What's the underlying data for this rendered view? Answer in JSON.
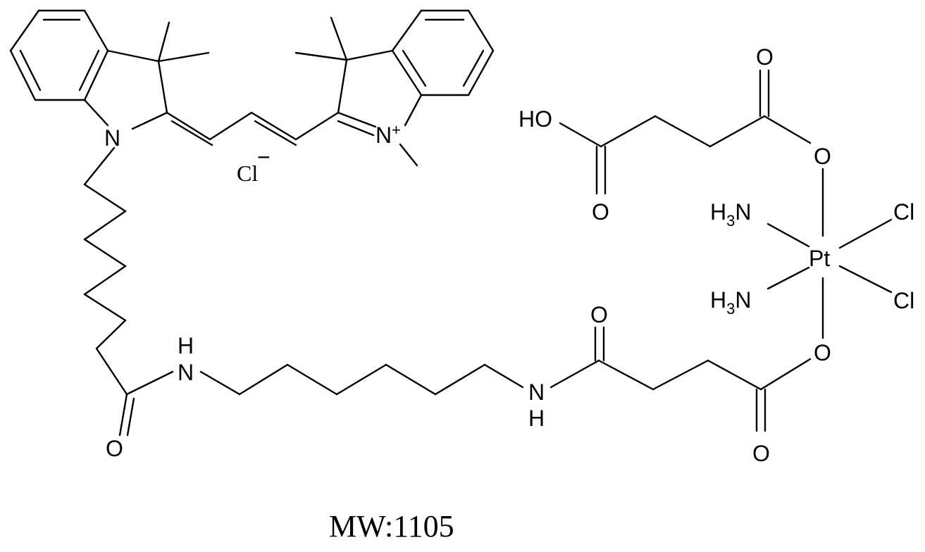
{
  "molecule": {
    "counter_ion": {
      "symbol": "Cl",
      "charge": "−"
    },
    "atoms": {
      "n_left": "N",
      "n_right": "N",
      "n_right_charge": "+",
      "o_amide_left": "O",
      "nh_left_n": "N",
      "nh_left_h": "H",
      "nh_right_n": "N",
      "nh_right_h": "H",
      "o_amide_right": "O",
      "o_ester_low": "O",
      "o_carbonyl_low": "O",
      "o_ester_up": "O",
      "o_carbonyl_up": "O",
      "ho": "HO",
      "o_acid": "O",
      "pt": "Pt",
      "cl_top": "Cl",
      "cl_bottom": "Cl",
      "nh3_top": {
        "h": "H",
        "sub": "3",
        "n": "N"
      },
      "nh3_bottom": {
        "h": "H",
        "sub": "3",
        "n": "N"
      }
    }
  },
  "caption": "MW:1105"
}
